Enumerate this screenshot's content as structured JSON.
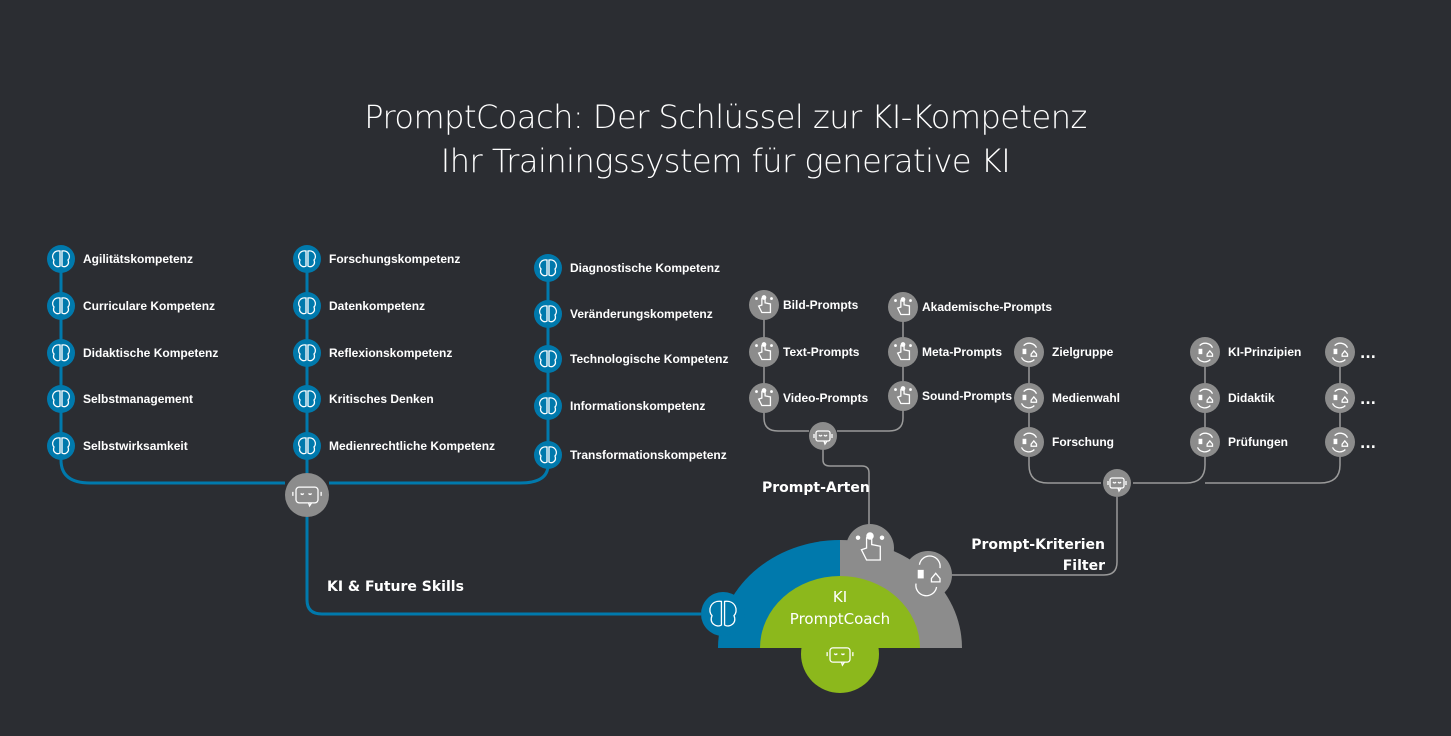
{
  "title": {
    "line1": "PromptCoach: Der Schlüssel zur KI-Kompetenz",
    "line2": "Ihr Trainingssystem für generative KI"
  },
  "colors": {
    "background": "#2b2d32",
    "blue": "#0079ac",
    "gray": "#8c8c8c",
    "green": "#8cb81c",
    "line_gray": "#9a9a9a"
  },
  "skills": {
    "label": "KI & Future Skills",
    "columns": [
      [
        "Agilitätskompetenz",
        "Curriculare Kompetenz",
        "Didaktische Kompetenz",
        "Selbstmanagement",
        "Selbstwirksamkeit"
      ],
      [
        "Forschungskompetenz",
        "Datenkompetenz",
        "Reflexionskompetenz",
        "Kritisches Denken",
        "Medienrechtliche Kompetenz"
      ],
      [
        "Diagnostische Kompetenz",
        "Veränderungskompetenz",
        "Technologische Kompetenz",
        "Informationskompetenz",
        "Transformationskompetenz"
      ]
    ]
  },
  "prompt_types": {
    "label": "Prompt-Arten",
    "columns": [
      [
        "Bild-Prompts",
        "Text-Prompts",
        "Video-Prompts"
      ],
      [
        "Akademische-Prompts",
        "Meta-Prompts",
        "Sound-Prompts"
      ]
    ]
  },
  "criteria": {
    "label_line1": "Prompt-Kriterien",
    "label_line2": "Filter",
    "columns": [
      [
        "Zielgruppe",
        "Medienwahl",
        "Forschung"
      ],
      [
        "KI-Prinzipien",
        "Didaktik",
        "Prüfungen"
      ],
      [
        "...",
        "...",
        "..."
      ]
    ]
  },
  "center": {
    "line1": "KI",
    "line2": "PromptCoach"
  },
  "icons": {
    "skill": "brain-icon",
    "prompt": "hand-pointer-icon",
    "criteria": "cycle-icon",
    "hub": "chatbot-icon"
  }
}
